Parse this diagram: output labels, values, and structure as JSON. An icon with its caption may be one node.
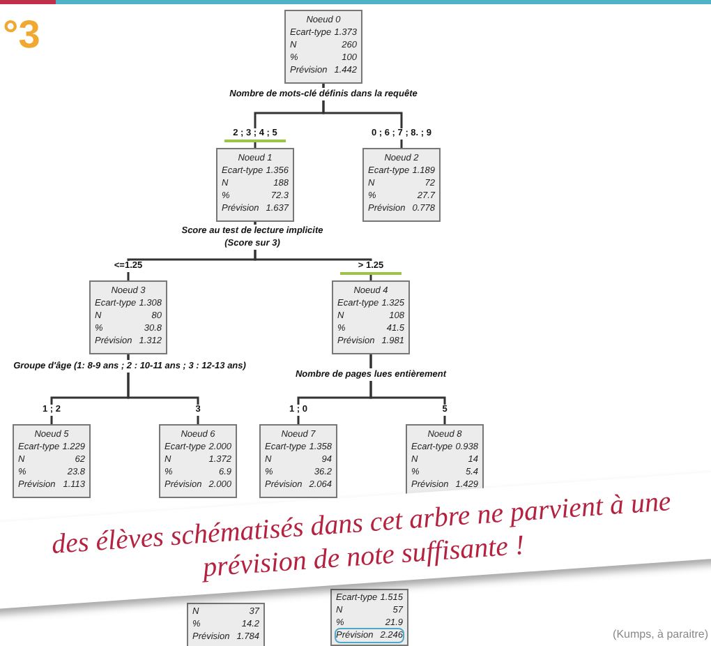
{
  "diagram": {
    "nodes": [
      {
        "text": [
          "Noeud 0",
          "Ecart-type",
          "1.373",
          "N",
          "260",
          "%",
          "100",
          "Prévision",
          "1.442"
        ]
      },
      {
        "text": [
          "Noeud 1",
          "Ecart-type",
          "1.356",
          "N",
          "188",
          "%",
          "72.3",
          "Prévision",
          "1.637"
        ]
      },
      {
        "text": [
          "Noeud 2",
          "Ecart-type",
          "1.189",
          "N",
          "72",
          "%",
          "27.7",
          "Prévision",
          "0.778"
        ]
      },
      {
        "text": [
          "Noeud 3",
          "Ecart-type",
          "1.308",
          "N",
          "80",
          "%",
          "30.8",
          "Prévision",
          "1.312"
        ]
      },
      {
        "text": [
          "Noeud 4",
          "Ecart-type",
          "1.325",
          "N",
          "108",
          "%",
          "41.5",
          "Prévision",
          "1.981"
        ]
      },
      {
        "text": [
          "Noeud 5",
          "Ecart-type",
          "1.229",
          "N",
          "62",
          "%",
          "23.8",
          "Prévision",
          "1.113"
        ]
      },
      {
        "text": [
          "Noeud 6",
          "Ecart-type",
          "2.000",
          "N",
          "1.372",
          "%",
          "6.9",
          "Prévision",
          "2.000"
        ]
      },
      {
        "text": [
          "Noeud 7",
          "Ecart-type",
          "1.358",
          "N",
          "94",
          "%",
          "36.2",
          "Prévision",
          "2.064"
        ]
      },
      {
        "text": [
          "Noeud 8",
          "Ecart-type",
          "0.938",
          "N",
          "14",
          "%",
          "5.4",
          "Prévision",
          "1.429"
        ]
      },
      {
        "text": [
          "N",
          "37",
          "%",
          "14.2",
          "Prévision",
          "1.784"
        ]
      },
      {
        "text": [
          "Ecart-type",
          "1.515",
          "N",
          "57",
          "%",
          "21.9",
          "Prévision",
          "2.246"
        ]
      }
    ],
    "edges": [
      {
        "from": 0,
        "to": 1,
        "arrow": "none",
        "label": "2 ; 3 ; 4 ; 5"
      },
      {
        "from": 0,
        "to": 2,
        "arrow": "none",
        "label": "0 ; 6 ; 7 ; 8. ; 9"
      },
      {
        "from": 1,
        "to": 3,
        "arrow": "none",
        "label": "<=1.25"
      },
      {
        "from": 1,
        "to": 4,
        "arrow": "none",
        "label": "> 1.25"
      },
      {
        "from": 3,
        "to": 5,
        "arrow": "none",
        "label": "1 ; 2"
      },
      {
        "from": 3,
        "to": 6,
        "arrow": "none",
        "label": "3"
      },
      {
        "from": 4,
        "to": 7,
        "arrow": "none",
        "label": "1 ; 0"
      },
      {
        "from": 4,
        "to": 8,
        "arrow": "none",
        "label": "5"
      }
    ],
    "labels": [
      "°3",
      "Nombre de mots-clé définis dans la requête",
      "Score au test de lecture implicite (Score sur 3)",
      "Groupe d'âge (1: 8-9 ans ; 2 : 10-11 ans ; 3 : 12-13 ans)",
      "Nombre de pages lues entièrement",
      "des élèves schématisés dans cet arbre ne parvient à une prévision de note suffisante !",
      "(Kumps, à paraitre)"
    ]
  }
}
